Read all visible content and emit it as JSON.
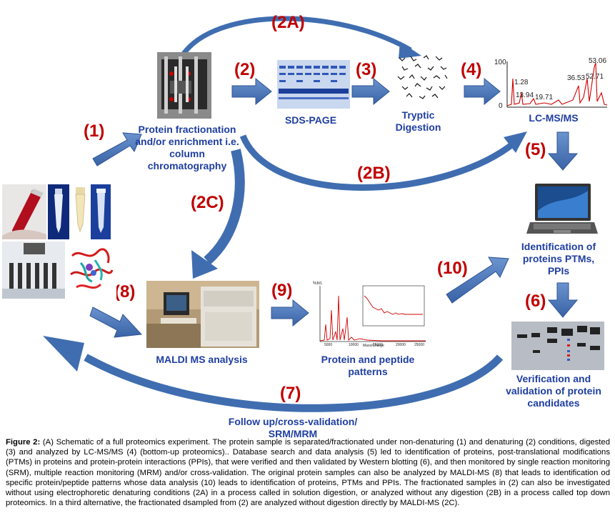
{
  "steps": {
    "s1": "(1)",
    "s2": "(2)",
    "s2a": "(2A)",
    "s2b": "(2B)",
    "s2c": "(2C)",
    "s3": "(3)",
    "s4": "(4)",
    "s5": "(5)",
    "s6": "(6)",
    "s7": "(7)",
    "s8": "(8)",
    "s9": "(9)",
    "s10": "(10)"
  },
  "labels": {
    "fractionation": "Protein fractionation and/or enrichment i.e. column chromatography",
    "sds_page": "SDS-PAGE",
    "tryptic": "Tryptic Digestion",
    "lcms": "LC-MS/MS",
    "identification": "Identification of proteins PTMs, PPIs",
    "verification": "Verification and validation of protein candidates",
    "maldi": "MALDI MS analysis",
    "patterns": "Protein and peptide patterns",
    "followup": "Follow up/cross-validation/ SRM/MRM"
  },
  "lcms_peaks": {
    "y_max_label": "100",
    "y_zero_label": "0",
    "peak_labels": [
      "1.28",
      "13.94",
      "19.71",
      "36.53",
      "52.71",
      "53.06"
    ]
  },
  "maldi_spectrum": {
    "y_label": "%Int.",
    "x_label": "Mass/Charge",
    "x_ticks": [
      "5000",
      "10000",
      "15000",
      "20000",
      "25000"
    ]
  },
  "caption": {
    "prefix": "Figure 2:",
    "text": " (A) Schematic of a full proteomics experiment. The protein sample is separated/fractionated under non-denaturing (1) and denaturing (2) conditions, digested (3) and analyzed by LC-MS/MS (4) (bottom-up proteomics).. Database search and data analysis (5) led to identification of proteins, post-translational modifications (PTMs) in proteins and protein-protein interactions (PPIs), that were verified and then validated by Western blotting (6), and then monitored by single reaction monitoring (SRM), multiple reaction monitoring (MRM) and/or cross-validation. The original protein samples can also be analyzed by MALDI-MS (8) that leads to identification od specific protein/peptide patterns whose data analysis (10) leads to identification of proteins, PTMs and PPIs. The fractionated samples in (2) can also be investigated without using electrophoretic denaturing conditions (2A) in a process called in solution digestion, or analyzed without any digestion (2B) in a process called top down proteomics. In a third alternative, the fractionated dsampled from (2) are analyzed without digestion directly by MALDI-MS (2C)."
  },
  "colors": {
    "arrow": "#4a76b8",
    "step_red": "#c00000",
    "label_blue": "#1f3ea0"
  }
}
